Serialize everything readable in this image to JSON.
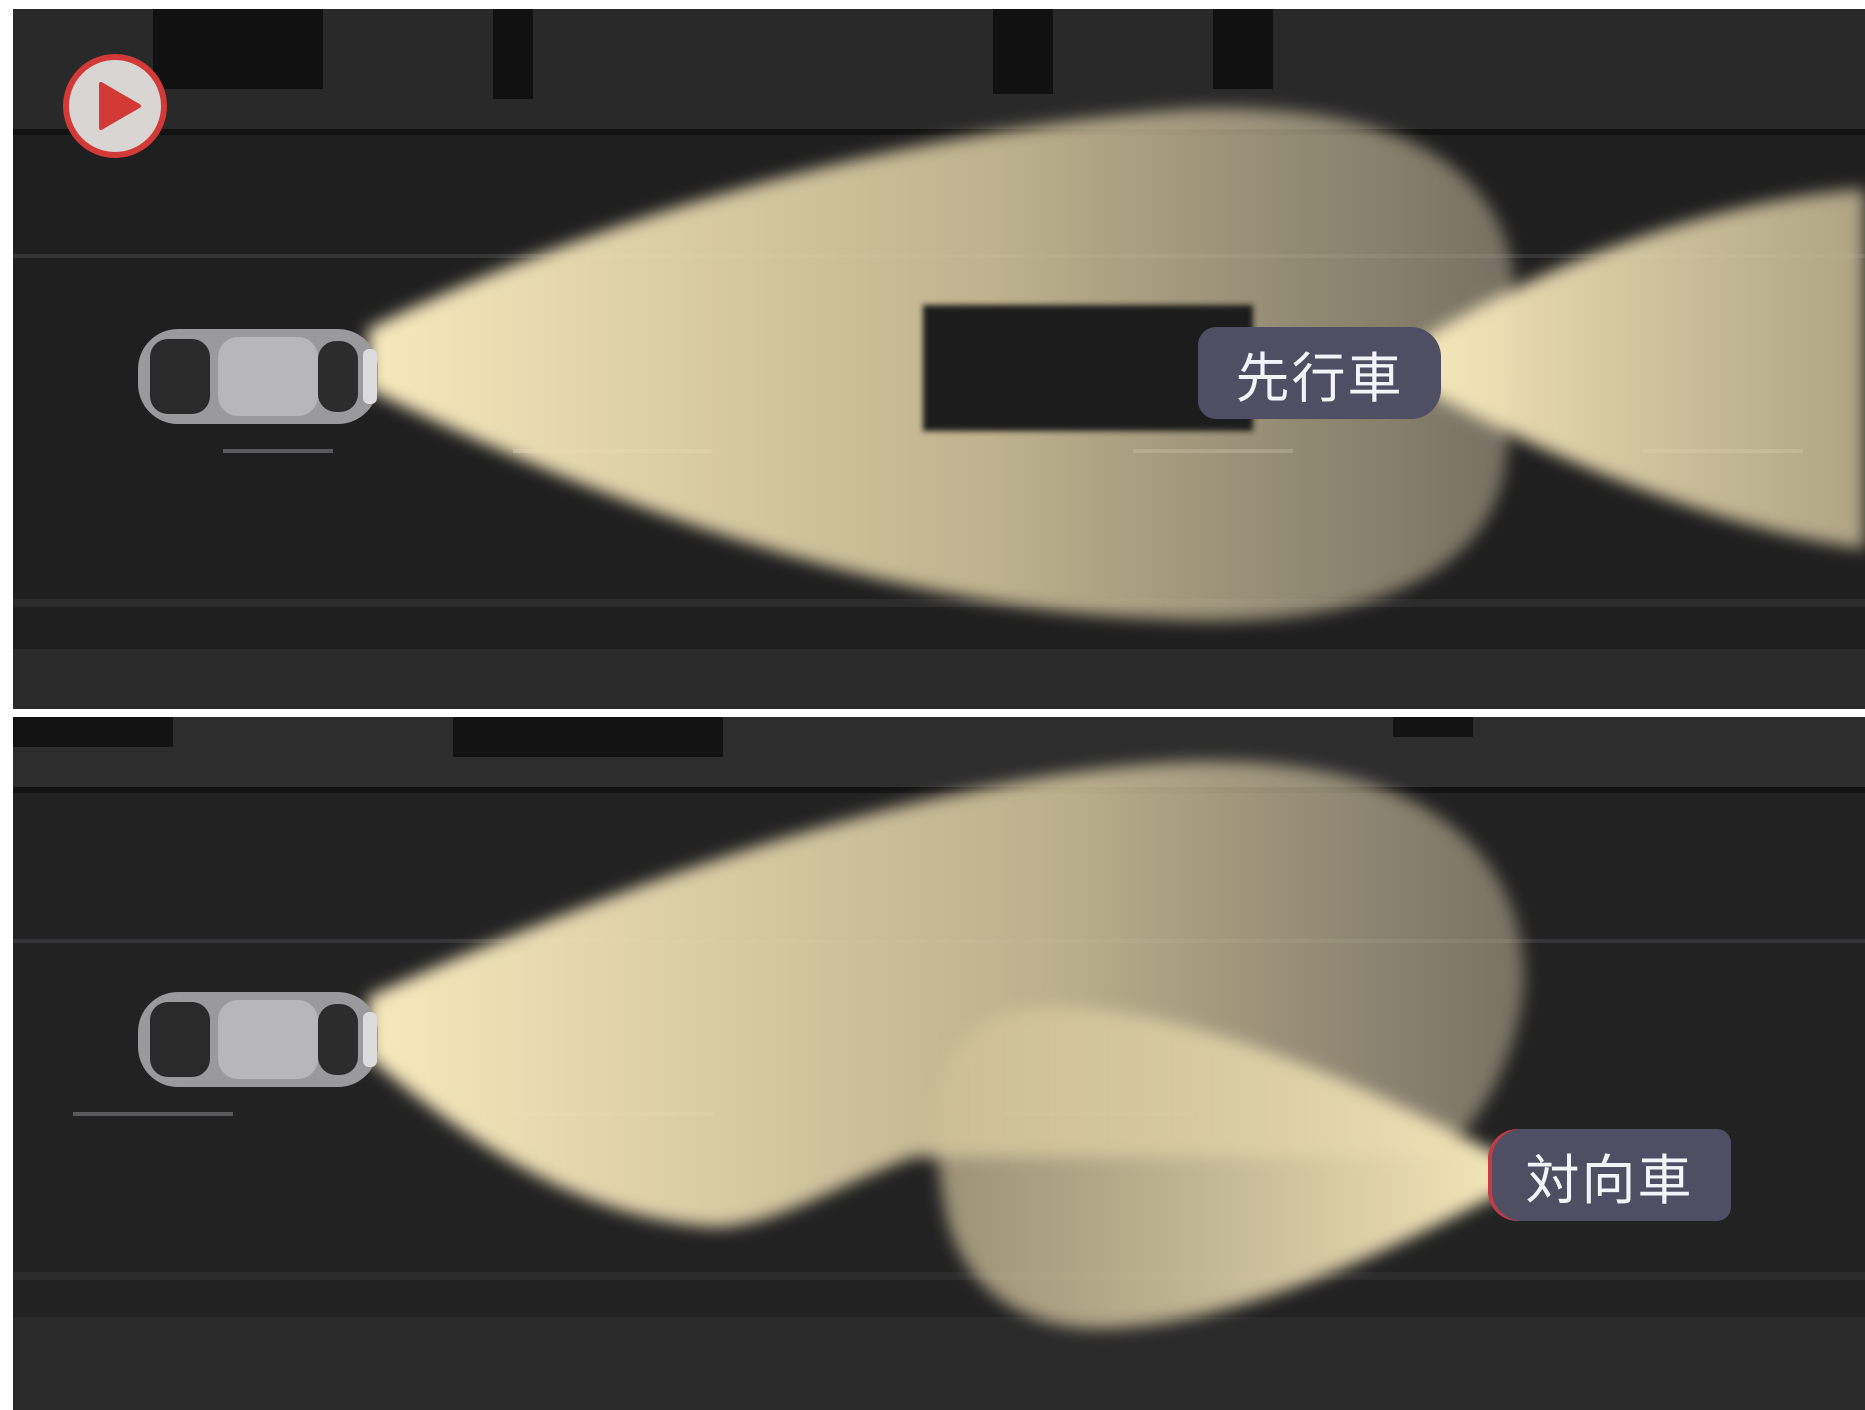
{
  "panels": [
    {
      "id": "top",
      "scenario": "preceding-vehicle",
      "vehicle_label": "先行車"
    },
    {
      "id": "bottom",
      "scenario": "oncoming-vehicle",
      "vehicle_label": "対向車"
    }
  ],
  "icons": {
    "play": "play-icon"
  },
  "colors": {
    "beam": "#eadcaf",
    "road": "#1d1d1e",
    "label_car": "#4f4e63",
    "play_ring": "#d33a37",
    "play_fill": "#d9d5d3"
  }
}
